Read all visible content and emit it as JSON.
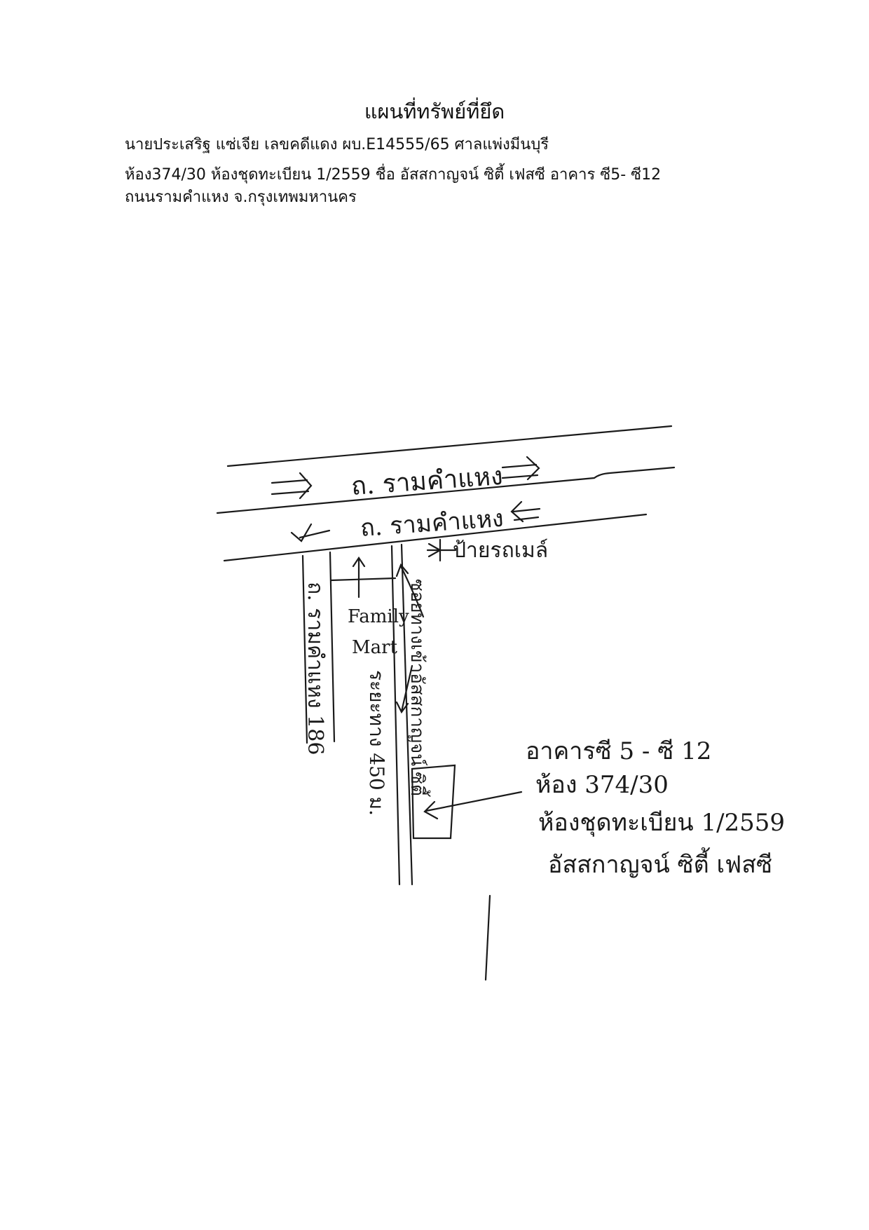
{
  "header": {
    "title": "แผนที่ทรัพย์ที่ยึด",
    "lines": [
      "นายประเสริฐ แซ่เจีย เลขคดีแดง ผบ.E14555/65 ศาลแพ่งมีนบุรี",
      "ห้อง374/30 ห้องชุดทะเบียน 1/2559 ชื่อ อัสสกาญจน์ ซิตี้ เฟสซี อาคาร ซี5- ซี12",
      "ถนนรามคำแหง จ.กรุงเทพมหานคร"
    ]
  },
  "map": {
    "road_top_label": "ถ. รามคำแหง",
    "road_bottom_label": "ถ. รามคำแหง",
    "bus_stop_label": "ป้ายรถเมล์",
    "soi_label": "ถ. รามคำแหง 186",
    "family_mart_label": "Family Mart",
    "project_road_label": "ซอยทางเข้าอัสสกาญจน์ ซิตี้",
    "distance_label": "ระยะทาง 450 ม.",
    "building_note_lines": [
      "อาคารซี 5 - ซี 12",
      "ห้อง 374/30",
      "ห้องชุดทะเบียน 1/2559",
      "อัสสกาญจน์ ซิตี้ เฟสซี"
    ]
  }
}
